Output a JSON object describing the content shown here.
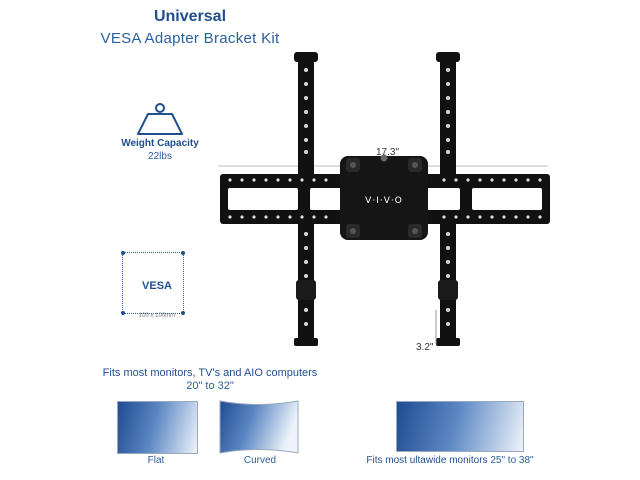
{
  "header": {
    "title": "Universal",
    "subtitle": "VESA Adapter Bracket Kit"
  },
  "weight": {
    "label": "Weight Capacity",
    "value": "22lbs",
    "icon": "weight-icon"
  },
  "vesa": {
    "label": "VESA",
    "size": "100 x 100mm"
  },
  "product": {
    "brand": "V·I·V·O",
    "width_dim": "17.3\"",
    "depth_dim": "3.2\""
  },
  "fits": {
    "line1": "Fits most monitors, TV's and AIO computers",
    "line2": "20\" to 32\""
  },
  "monitors": {
    "flat": "Flat",
    "curved": "Curved",
    "ultrawide_prefix": "Fits most ultawide monitors",
    "ultrawide_range": "25\" to 38\""
  },
  "colors": {
    "brand_blue": "#1f4f8f",
    "bracket_black": "#111111"
  }
}
